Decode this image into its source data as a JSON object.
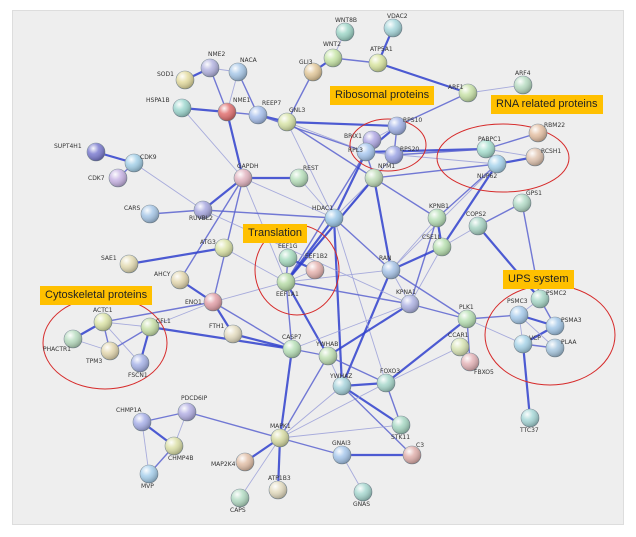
{
  "colors": {
    "background": "#eeeeee",
    "edge_strong": "#2f3fcc",
    "edge_medium": "#5a63cf",
    "edge_light": "#9a9fd8",
    "cluster_circle": "#d62a2a",
    "cluster_label_bg": "#ffc000"
  },
  "clusters": [
    {
      "id": "ribosomal",
      "label": "Ribosomal proteins"
    },
    {
      "id": "rna",
      "label": "RNA related proteins"
    },
    {
      "id": "translation",
      "label": "Translation"
    },
    {
      "id": "cytoskeletal",
      "label": "Cytoskeletal proteins"
    },
    {
      "id": "ups",
      "label": "UPS system"
    }
  ],
  "nodes": [
    {
      "id": "WNT8B",
      "label": "WNT8B",
      "color": "#9fd6c8"
    },
    {
      "id": "VDAC2",
      "label": "VDAC2",
      "color": "#a8d8dc"
    },
    {
      "id": "WNT2",
      "label": "WNT2",
      "color": "#c8e6a8"
    },
    {
      "id": "ATP5A1",
      "label": "ATP5A1",
      "color": "#d8e4a0"
    },
    {
      "id": "GLI3",
      "label": "GLI3",
      "color": "#e2c89a"
    },
    {
      "id": "ARF4",
      "label": "ARF4",
      "color": "#b8dcc2"
    },
    {
      "id": "ARF1",
      "label": "ARF1",
      "color": "#c8e2a8"
    },
    {
      "id": "SOD1",
      "label": "SOD1",
      "color": "#e4dca0"
    },
    {
      "id": "NME2",
      "label": "NME2",
      "color": "#b4b4e0"
    },
    {
      "id": "NACA",
      "label": "NACA",
      "color": "#a8c8e8"
    },
    {
      "id": "HSPA1B",
      "label": "HSPA1B",
      "color": "#9fd8d0"
    },
    {
      "id": "NME1",
      "label": "NME1",
      "color": "#e07070"
    },
    {
      "id": "REEP7",
      "label": "REEP7",
      "color": "#a8c0ec"
    },
    {
      "id": "GNL3",
      "label": "GNL3",
      "color": "#d8e4a8"
    },
    {
      "id": "RPS10",
      "label": "RPS10",
      "color": "#a4b4e8"
    },
    {
      "id": "BRIX1",
      "label": "BRIX1",
      "color": "#b0a8e4"
    },
    {
      "id": "RPL3",
      "label": "RPL3",
      "color": "#a8c8f0"
    },
    {
      "id": "RPS20",
      "label": "RPS20",
      "color": "#9ca4e4"
    },
    {
      "id": "RBM22",
      "label": "RBM22",
      "color": "#e4c0a4"
    },
    {
      "id": "PABPC1",
      "label": "PABPC1",
      "color": "#a8e0d0"
    },
    {
      "id": "RCSH1",
      "label": "RCSH1",
      "color": "#e0c4b0"
    },
    {
      "id": "NUP62",
      "label": "NUP62",
      "color": "#a8d4ec"
    },
    {
      "id": "SUPT4H1",
      "label": "SUPT4H1",
      "color": "#7c7cd0"
    },
    {
      "id": "CDK9",
      "label": "CDK9",
      "color": "#a4d0e8"
    },
    {
      "id": "CDK7",
      "label": "CDK7",
      "color": "#c8b4e4"
    },
    {
      "id": "GAPDH",
      "label": "GAPDH",
      "color": "#e2b4c0"
    },
    {
      "id": "REST",
      "label": "REST",
      "color": "#b8e0bc"
    },
    {
      "id": "NPM1",
      "label": "NPM1",
      "color": "#c0dcb8"
    },
    {
      "id": "HDAC1",
      "label": "HDAC1",
      "color": "#9cc8e8"
    },
    {
      "id": "KPNB1",
      "label": "KPNB1",
      "color": "#b8e0b8"
    },
    {
      "id": "GPS1",
      "label": "GPS1",
      "color": "#b4dcc8"
    },
    {
      "id": "COPS2",
      "label": "COPS2",
      "color": "#a8d4c4"
    },
    {
      "id": "CSE1L",
      "label": "CSE1L",
      "color": "#b8e0b0"
    },
    {
      "id": "CARS",
      "label": "CARS",
      "color": "#a8c8e8"
    },
    {
      "id": "RUVBL2",
      "label": "RUVBL2",
      "color": "#a8a8e0"
    },
    {
      "id": "SAE1",
      "label": "SAE1",
      "color": "#e4dcb4"
    },
    {
      "id": "ATG3",
      "label": "ATG3",
      "color": "#dce4a8"
    },
    {
      "id": "EEF1G",
      "label": "EEF1G",
      "color": "#a8dcc0"
    },
    {
      "id": "EEF1B2",
      "label": "EEF1B2",
      "color": "#e6b4b0"
    },
    {
      "id": "EEF1A1",
      "label": "EEF1A1",
      "color": "#b8dca8"
    },
    {
      "id": "AHCY",
      "label": "AHCY",
      "color": "#e4d8b0"
    },
    {
      "id": "ENO1",
      "label": "ENO1",
      "color": "#e2a0a8"
    },
    {
      "id": "RAN",
      "label": "RAN",
      "color": "#a8c4e8"
    },
    {
      "id": "KPNA1",
      "label": "KPNA1",
      "color": "#b0b4e4"
    },
    {
      "id": "PLK1",
      "label": "PLK1",
      "color": "#b8e0b4"
    },
    {
      "id": "PSMC2",
      "label": "PSMC2",
      "color": "#a8d8c8"
    },
    {
      "id": "PSMC3",
      "label": "PSMC3",
      "color": "#a8ccec"
    },
    {
      "id": "PSMA3",
      "label": "PSMA3",
      "color": "#a4c8e8"
    },
    {
      "id": "VCP",
      "label": "VCP",
      "color": "#a8d4e8"
    },
    {
      "id": "PLAA",
      "label": "PLAA",
      "color": "#a8c8e0"
    },
    {
      "id": "ACTC1",
      "label": "ACTC1",
      "color": "#dce4a8"
    },
    {
      "id": "CFL1",
      "label": "CFL1",
      "color": "#c8e0a8"
    },
    {
      "id": "PHACTR1",
      "label": "PHACTR1",
      "color": "#b8dcc0"
    },
    {
      "id": "TPM3",
      "label": "TPM3",
      "color": "#e4d8b0"
    },
    {
      "id": "FSCN1",
      "label": "FSCN1",
      "color": "#a8b4e8"
    },
    {
      "id": "FTH1",
      "label": "FTH1",
      "color": "#e4dcc0"
    },
    {
      "id": "CASP7",
      "label": "CASP7",
      "color": "#b8e0b8"
    },
    {
      "id": "YWHAB",
      "label": "YWHAB",
      "color": "#c0e0b4"
    },
    {
      "id": "CCAR1",
      "label": "CCAR1",
      "color": "#d8e4b4"
    },
    {
      "id": "FBXO5",
      "label": "FBXO5",
      "color": "#e4b4b8"
    },
    {
      "id": "YWHAZ",
      "label": "YWHAZ",
      "color": "#a8d4dc"
    },
    {
      "id": "FOXO3",
      "label": "FOXO3",
      "color": "#a8d8cc"
    },
    {
      "id": "PDCD6IP",
      "label": "PDCD6IP",
      "color": "#b4b0e4"
    },
    {
      "id": "CHMP1A",
      "label": "CHMP1A",
      "color": "#a8b0e8"
    },
    {
      "id": "CHMP4B",
      "label": "CHMP4B",
      "color": "#dce0a8"
    },
    {
      "id": "MVP",
      "label": "MVP",
      "color": "#a8d0ec"
    },
    {
      "id": "MAPK1",
      "label": "MAPK1",
      "color": "#d8dca4"
    },
    {
      "id": "MAP2K4",
      "label": "MAP2K4",
      "color": "#e2c0a8"
    },
    {
      "id": "ATP1B3",
      "label": "ATP1B3",
      "color": "#e4dcc0"
    },
    {
      "id": "CAPS",
      "label": "CAPS",
      "color": "#b4dcc4"
    },
    {
      "id": "GNAI3",
      "label": "GNAI3",
      "color": "#a8c8ec"
    },
    {
      "id": "GNAS",
      "label": "GNAS",
      "color": "#a8d8d0"
    },
    {
      "id": "C3",
      "label": "C3",
      "color": "#e0b0ac"
    },
    {
      "id": "STK11",
      "label": "STK11",
      "color": "#a8d8c4"
    },
    {
      "id": "TTC37",
      "label": "TTC37",
      "color": "#a8d8d8"
    }
  ],
  "edges": [
    [
      "HSPA1B",
      "NME1"
    ],
    [
      "NME1",
      "NME2"
    ],
    [
      "NME2",
      "NACA"
    ],
    [
      "NME2",
      "SOD1"
    ],
    [
      "NACA",
      "REEP7"
    ],
    [
      "NACA",
      "NME1"
    ],
    [
      "NME1",
      "GAPDH"
    ],
    [
      "NME1",
      "REEP7"
    ],
    [
      "HSPA1B",
      "GAPDH"
    ],
    [
      "CDK9",
      "SUPT4H1"
    ],
    [
      "CDK9",
      "CDK7"
    ],
    [
      "CDK9",
      "RUVBL2"
    ],
    [
      "GAPDH",
      "RUVBL2"
    ],
    [
      "GAPDH",
      "ENO1"
    ],
    [
      "GAPDH",
      "HDAC1"
    ],
    [
      "GAPDH",
      "REST"
    ],
    [
      "GAPDH",
      "AHCY"
    ],
    [
      "GAPDH",
      "EEF1A1"
    ],
    [
      "REEP7",
      "GNL3"
    ],
    [
      "REEP7",
      "RPL3"
    ],
    [
      "GNL3",
      "RPL3"
    ],
    [
      "GNL3",
      "RPS10"
    ],
    [
      "GNL3",
      "NPM1"
    ],
    [
      "GNL3",
      "HDAC1"
    ],
    [
      "GLI3",
      "WNT2"
    ],
    [
      "GLI3",
      "GNL3"
    ],
    [
      "WNT2",
      "WNT8B"
    ],
    [
      "ATP5A1",
      "VDAC2"
    ],
    [
      "ATP5A1",
      "WNT2"
    ],
    [
      "ARF1",
      "ARF4"
    ],
    [
      "ARF1",
      "ATP5A1"
    ],
    [
      "ARF1",
      "RPS10"
    ],
    [
      "RPS10",
      "BRIX1"
    ],
    [
      "RPS10",
      "RPL3"
    ],
    [
      "RPS10",
      "RPS20"
    ],
    [
      "RPL3",
      "RPS20"
    ],
    [
      "BRIX1",
      "RPL3"
    ],
    [
      "RPL3",
      "NPM1"
    ],
    [
      "RPS20",
      "NPM1"
    ],
    [
      "RPL3",
      "HDAC1"
    ],
    [
      "RPL3",
      "EEF1A1"
    ],
    [
      "RPS20",
      "EEF1A1"
    ],
    [
      "RPL3",
      "PABPC1"
    ],
    [
      "RPS20",
      "PABPC1"
    ],
    [
      "RPL3",
      "NUP62"
    ],
    [
      "PABPC1",
      "NUP62"
    ],
    [
      "PABPC1",
      "RBM22"
    ],
    [
      "PABPC1",
      "RCSH1"
    ],
    [
      "RCSH1",
      "NUP62"
    ],
    [
      "NUP62",
      "KPNB1"
    ],
    [
      "NUP62",
      "RAN"
    ],
    [
      "NUP62",
      "CSE1L"
    ],
    [
      "NUP62",
      "NPM1"
    ],
    [
      "KPNB1",
      "RAN"
    ],
    [
      "KPNB1",
      "CSE1L"
    ],
    [
      "KPNB1",
      "KPNA1"
    ],
    [
      "CSE1L",
      "KPNA1"
    ],
    [
      "CSE1L",
      "RAN"
    ],
    [
      "COPS2",
      "GPS1"
    ],
    [
      "COPS2",
      "CSE1L"
    ],
    [
      "COPS2",
      "PSMC2"
    ],
    [
      "GPS1",
      "PSMC2"
    ],
    [
      "RAN",
      "KPNA1"
    ],
    [
      "RAN",
      "NPM1"
    ],
    [
      "RAN",
      "HDAC1"
    ],
    [
      "RAN",
      "EEF1A1"
    ],
    [
      "RAN",
      "YWHAZ"
    ],
    [
      "RAN",
      "PLK1"
    ],
    [
      "NPM1",
      "HDAC1"
    ],
    [
      "NPM1",
      "EEF1A1"
    ],
    [
      "NPM1",
      "KPNB1"
    ],
    [
      "HDAC1",
      "REST"
    ],
    [
      "HDAC1",
      "EEF1A1"
    ],
    [
      "HDAC1",
      "RUVBL2"
    ],
    [
      "HDAC1",
      "FOXO3"
    ],
    [
      "HDAC1",
      "YWHAZ"
    ],
    [
      "EEF1A1",
      "EEF1G"
    ],
    [
      "EEF1A1",
      "EEF1B2"
    ],
    [
      "EEF1G",
      "EEF1B2"
    ],
    [
      "EEF1A1",
      "CASP7"
    ],
    [
      "EEF1A1",
      "ENO1"
    ],
    [
      "EEF1A1",
      "YWHAB"
    ],
    [
      "EEF1A1",
      "KPNA1"
    ],
    [
      "EEF1A1",
      "ATG3"
    ],
    [
      "ENO1",
      "AHCY"
    ],
    [
      "ENO1",
      "ACTC1"
    ],
    [
      "ENO1",
      "CFL1"
    ],
    [
      "ENO1",
      "FTH1"
    ],
    [
      "ENO1",
      "CASP7"
    ],
    [
      "ACTC1",
      "CFL1"
    ],
    [
      "ACTC1",
      "PHACTR1"
    ],
    [
      "ACTC1",
      "TPM3"
    ],
    [
      "ACTC1",
      "FSCN1"
    ],
    [
      "CFL1",
      "FSCN1"
    ],
    [
      "CFL1",
      "TPM3"
    ],
    [
      "PHACTR1",
      "TPM3"
    ],
    [
      "CFL1",
      "CASP7"
    ],
    [
      "KPNA1",
      "PLK1"
    ],
    [
      "KPNA1",
      "CASP7"
    ],
    [
      "KPNA1",
      "YWHAB"
    ],
    [
      "PLK1",
      "PSMC3"
    ],
    [
      "PLK1",
      "VCP"
    ],
    [
      "PLK1",
      "FOXO3"
    ],
    [
      "PLK1",
      "FBXO5"
    ],
    [
      "PSMC2",
      "PSMC3"
    ],
    [
      "PSMC3",
      "PSMA3"
    ],
    [
      "PSMC2",
      "PSMA3"
    ],
    [
      "PSMC3",
      "VCP"
    ],
    [
      "PSMA3",
      "VCP"
    ],
    [
      "VCP",
      "PLAA"
    ],
    [
      "PSMC3",
      "PLAA"
    ],
    [
      "VCP",
      "TTC37"
    ],
    [
      "CASP7",
      "YWHAB"
    ],
    [
      "YWHAB",
      "YWHAZ"
    ],
    [
      "YWHAZ",
      "FOXO3"
    ],
    [
      "YWHAB",
      "FOXO3"
    ],
    [
      "YWHAZ",
      "MAPK1"
    ],
    [
      "YWHAZ",
      "STK11"
    ],
    [
      "FOXO3",
      "STK11"
    ],
    [
      "FOXO3",
      "CCAR1"
    ],
    [
      "MAPK1",
      "MAP2K4"
    ],
    [
      "MAPK1",
      "GNAI3"
    ],
    [
      "MAPK1",
      "CAPS"
    ],
    [
      "MAPK1",
      "ATP1B3"
    ],
    [
      "MAPK1",
      "PDCD6IP"
    ],
    [
      "MAPK1",
      "FOXO3"
    ],
    [
      "MAPK1",
      "CASP7"
    ],
    [
      "MAPK1",
      "YWHAB"
    ],
    [
      "GNAI3",
      "GNAS"
    ],
    [
      "GNAI3",
      "C3"
    ],
    [
      "PDCD6IP",
      "CHMP1A"
    ],
    [
      "PDCD6IP",
      "CHMP4B"
    ],
    [
      "CHMP1A",
      "CHMP4B"
    ],
    [
      "CHMP4B",
      "MVP"
    ],
    [
      "CHMP1A",
      "MVP"
    ],
    [
      "SAE1",
      "ATG3"
    ],
    [
      "CARS",
      "RUVBL2"
    ],
    [
      "RUVBL2",
      "KPNA1"
    ],
    [
      "FTH1",
      "CASP7"
    ],
    [
      "YWHAZ",
      "C3"
    ],
    [
      "STK11",
      "MAPK1"
    ]
  ]
}
